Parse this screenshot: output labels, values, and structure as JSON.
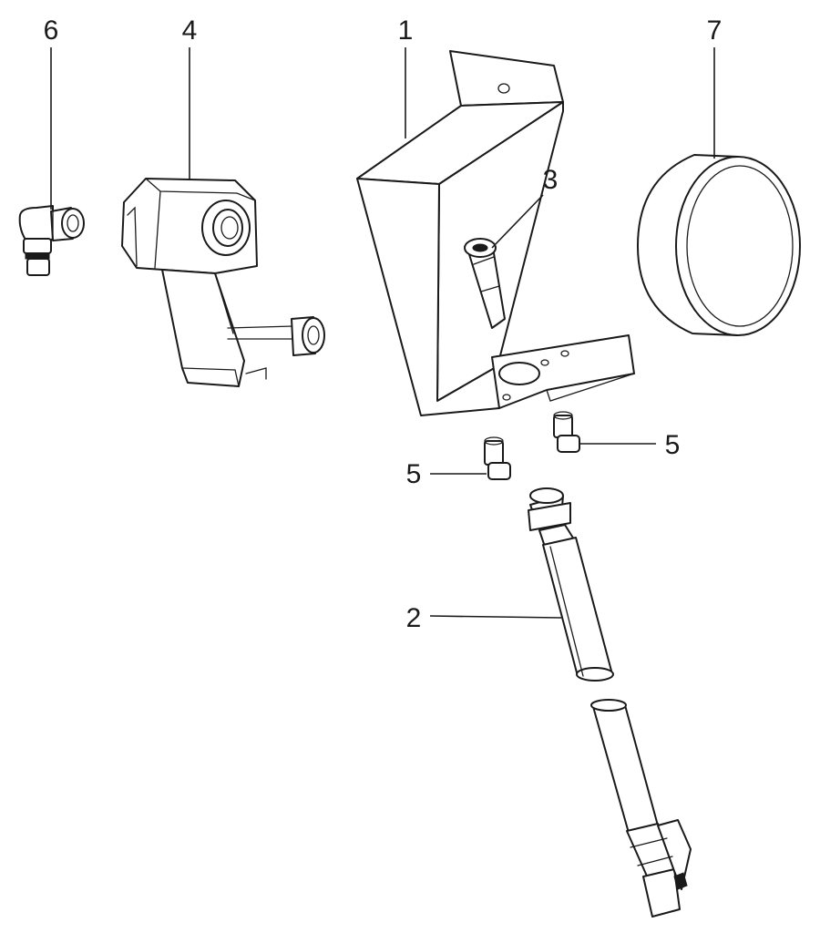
{
  "callouts": {
    "c1": "1",
    "c2": "2",
    "c3": "3",
    "c4": "4",
    "c5a": "5",
    "c5b": "5",
    "c6": "6",
    "c7": "7"
  },
  "colors": {
    "line": "#1a1a1a",
    "background": "#ffffff"
  }
}
